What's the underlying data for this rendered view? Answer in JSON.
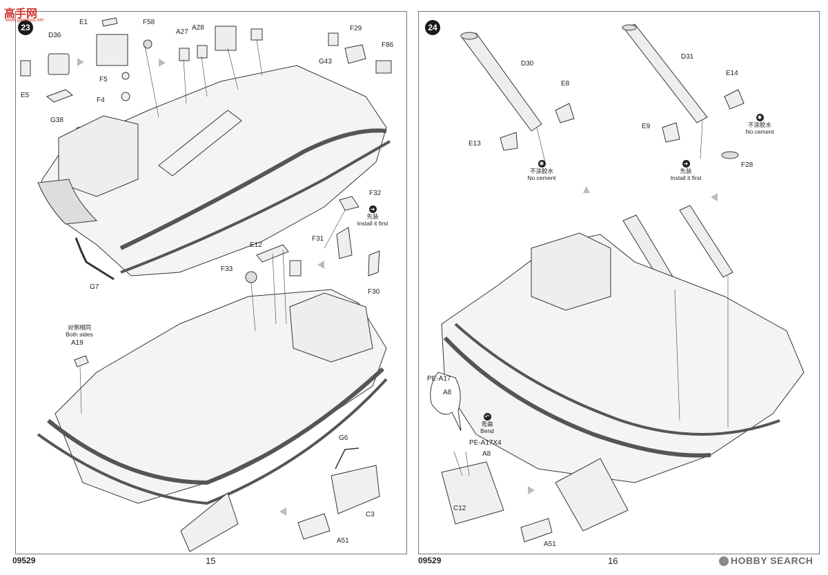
{
  "watermark": {
    "site_cn": "高手网",
    "site_url": "www.gaoshou.net",
    "hobby_search": "HOBBY SEARCH"
  },
  "left_page": {
    "step": "23",
    "catalog_code": "09529",
    "page_number": "15",
    "labels": {
      "E1": "E1",
      "F58": "F58",
      "A27": "A27",
      "A28": "A28",
      "F29": "F29",
      "D36": "D36",
      "G43": "G43",
      "F86": "F86",
      "E5": "E5",
      "F5": "F5",
      "F4": "F4",
      "G38": "G38",
      "F32": "F32",
      "F31": "F31",
      "F30": "F30",
      "G7": "G7",
      "E12": "E12",
      "F33": "F33",
      "A19": "A19",
      "G6": "G6",
      "C3": "C3",
      "A51": "A51"
    },
    "install_first_cn": "先装",
    "install_first": "Install it first",
    "both_sides_cn": "对侧相同",
    "both_sides": "Both sides"
  },
  "right_page": {
    "step": "24",
    "catalog_code": "09529",
    "page_number": "16",
    "labels": {
      "D30": "D30",
      "E8": "E8",
      "E13": "E13",
      "D31": "D31",
      "E14": "E14",
      "E9": "E9",
      "F28": "F28",
      "PE_A17": "PE-A17",
      "A8_a": "A8",
      "PE_A17X4": "PE-A17X4",
      "A8_b": "A8",
      "C12": "C12",
      "A51": "A51"
    },
    "no_cement_cn": "不涂胶水",
    "no_cement": "No cement",
    "install_first_cn": "先装",
    "install_first": "Install it first",
    "bend_cn": "弯曲",
    "bend": "Bend"
  }
}
